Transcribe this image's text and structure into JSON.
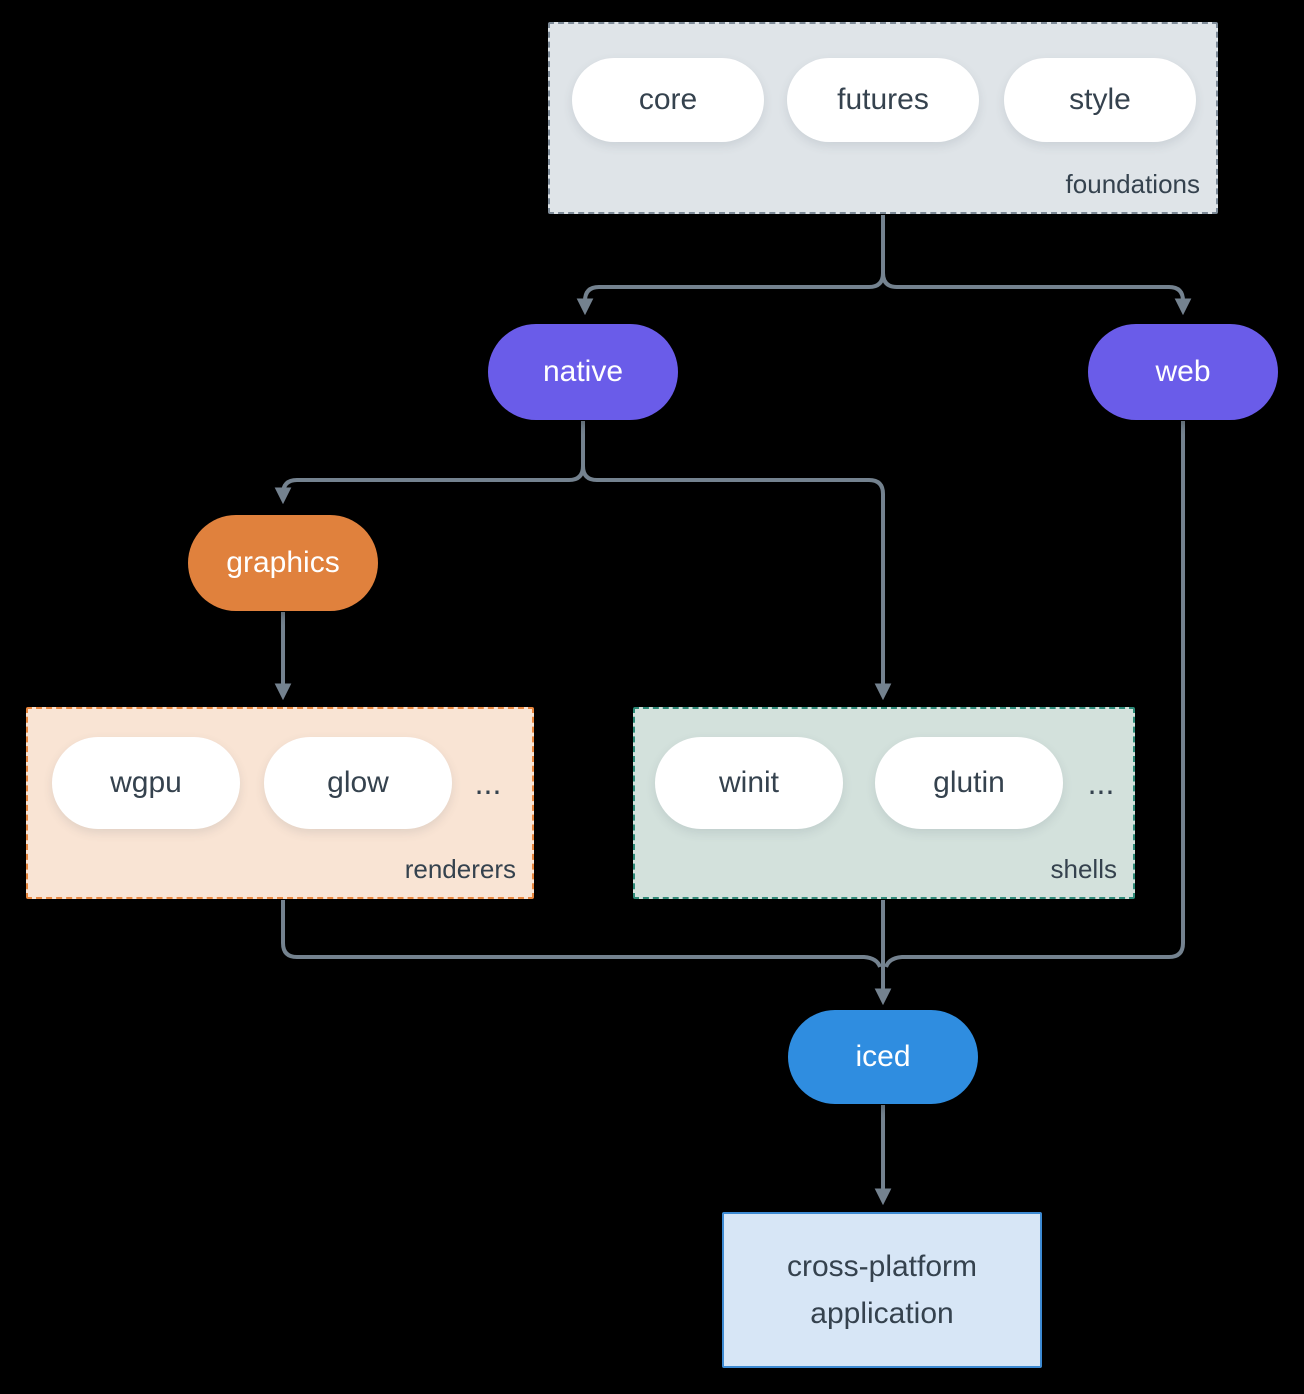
{
  "colors": {
    "background": "#000000",
    "connector_line": "#74828f",
    "text_dark": "#35424e",
    "node_purple": "#6a5ce9",
    "node_orange": "#e0813d",
    "node_blue": "#2f8de0",
    "foundations_bg": "#dfe4e8",
    "foundations_border": "#7e8b98",
    "renderers_bg": "#f9e4d4",
    "renderers_border": "#e8873f",
    "shells_bg": "#d3e1dc",
    "shells_border": "#2e8a78",
    "application_bg": "#d7e6f6",
    "application_border": "#3d8ad2"
  },
  "foundations": {
    "label": "foundations",
    "pills": [
      "core",
      "futures",
      "style"
    ]
  },
  "nodes": {
    "native": "native",
    "web": "web",
    "graphics": "graphics",
    "iced": "iced"
  },
  "renderers": {
    "label": "renderers",
    "pills": [
      "wgpu",
      "glow"
    ],
    "ellipsis": "..."
  },
  "shells": {
    "label": "shells",
    "pills": [
      "winit",
      "glutin"
    ],
    "ellipsis": "..."
  },
  "application": {
    "label": "cross-platform application"
  }
}
